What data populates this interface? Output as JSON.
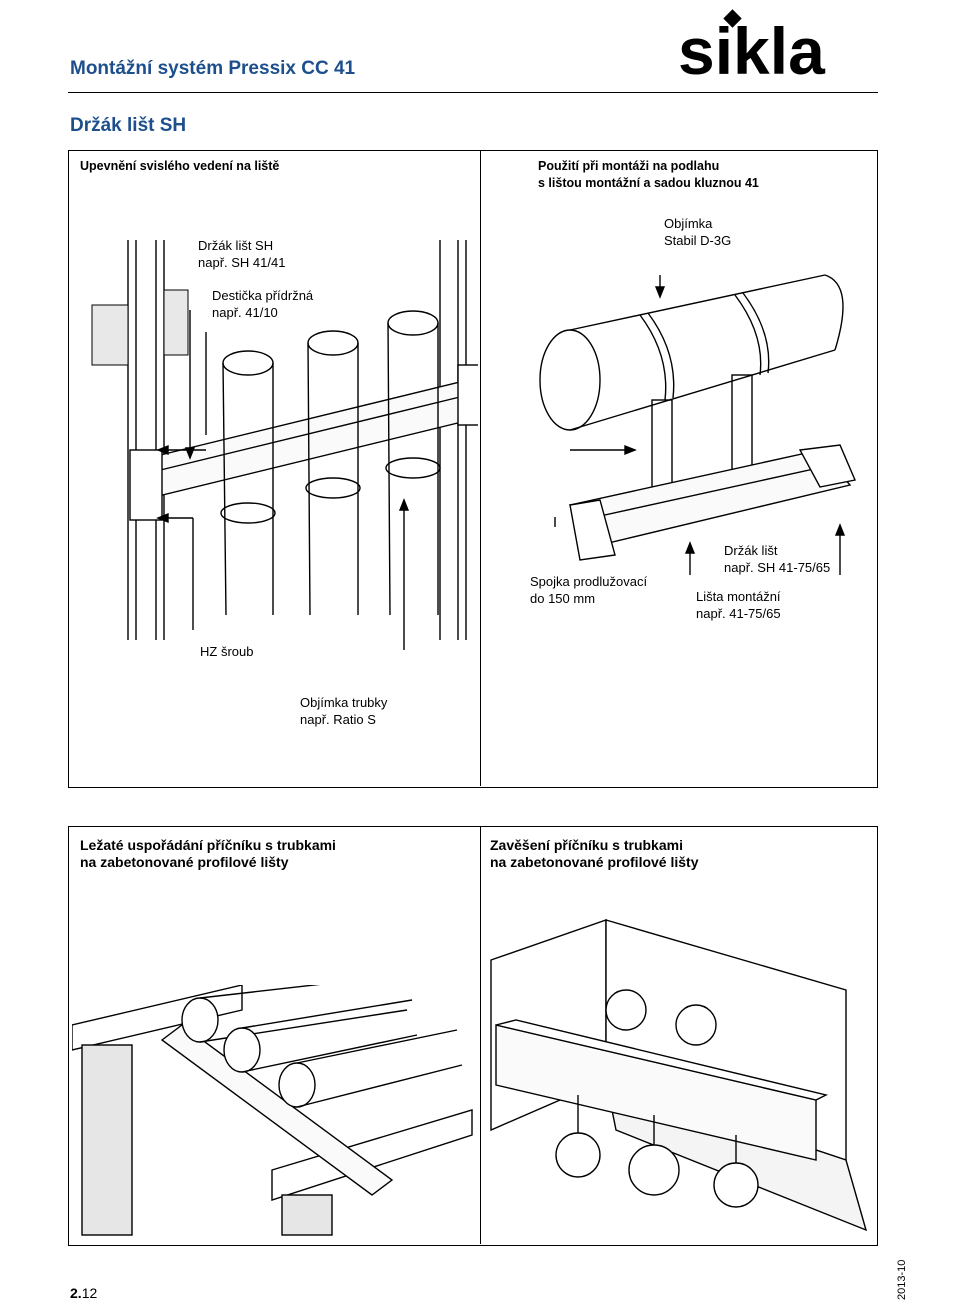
{
  "header": {
    "doc_title": "Montážní systém Pressix CC 41",
    "logo_text": "sikla",
    "section_title": "Držák lišt SH"
  },
  "top_left": {
    "caption": "Upevnění svislého vedení na liště",
    "labels": {
      "holder": [
        "Držák lišt SH",
        "např. SH 41/41"
      ],
      "plate": [
        "Destička přídržná",
        "např. 41/10"
      ],
      "screw": [
        "HZ šroub"
      ],
      "clamp": [
        "Objímka trubky",
        "např. Ratio S"
      ]
    }
  },
  "top_right": {
    "caption": [
      "Použití při montáži na podlahu",
      "s lištou montážní a sadou kluznou 41"
    ],
    "labels": {
      "stabil": [
        "Objímka",
        "Stabil D-3G"
      ],
      "coupling": [
        "Spojka prodlužovací",
        "do 150 mm"
      ],
      "holder": [
        "Držák lišt",
        "např. SH 41-75/65"
      ],
      "rail": [
        "Lišta montážní",
        "např. 41-75/65"
      ]
    }
  },
  "bottom_left": {
    "caption": [
      "Ležaté uspořádání příčníku s trubkami",
      "na zabetonované profilové lišty"
    ]
  },
  "bottom_right": {
    "caption": [
      "Zavěšení příčníku s trubkami",
      "na zabetonované profilové lišty"
    ]
  },
  "footer": {
    "page_bold": "2.",
    "page_rest": "12",
    "date": "2013-10"
  },
  "colors": {
    "title_blue": "#1d4f8c",
    "line": "#000000"
  }
}
